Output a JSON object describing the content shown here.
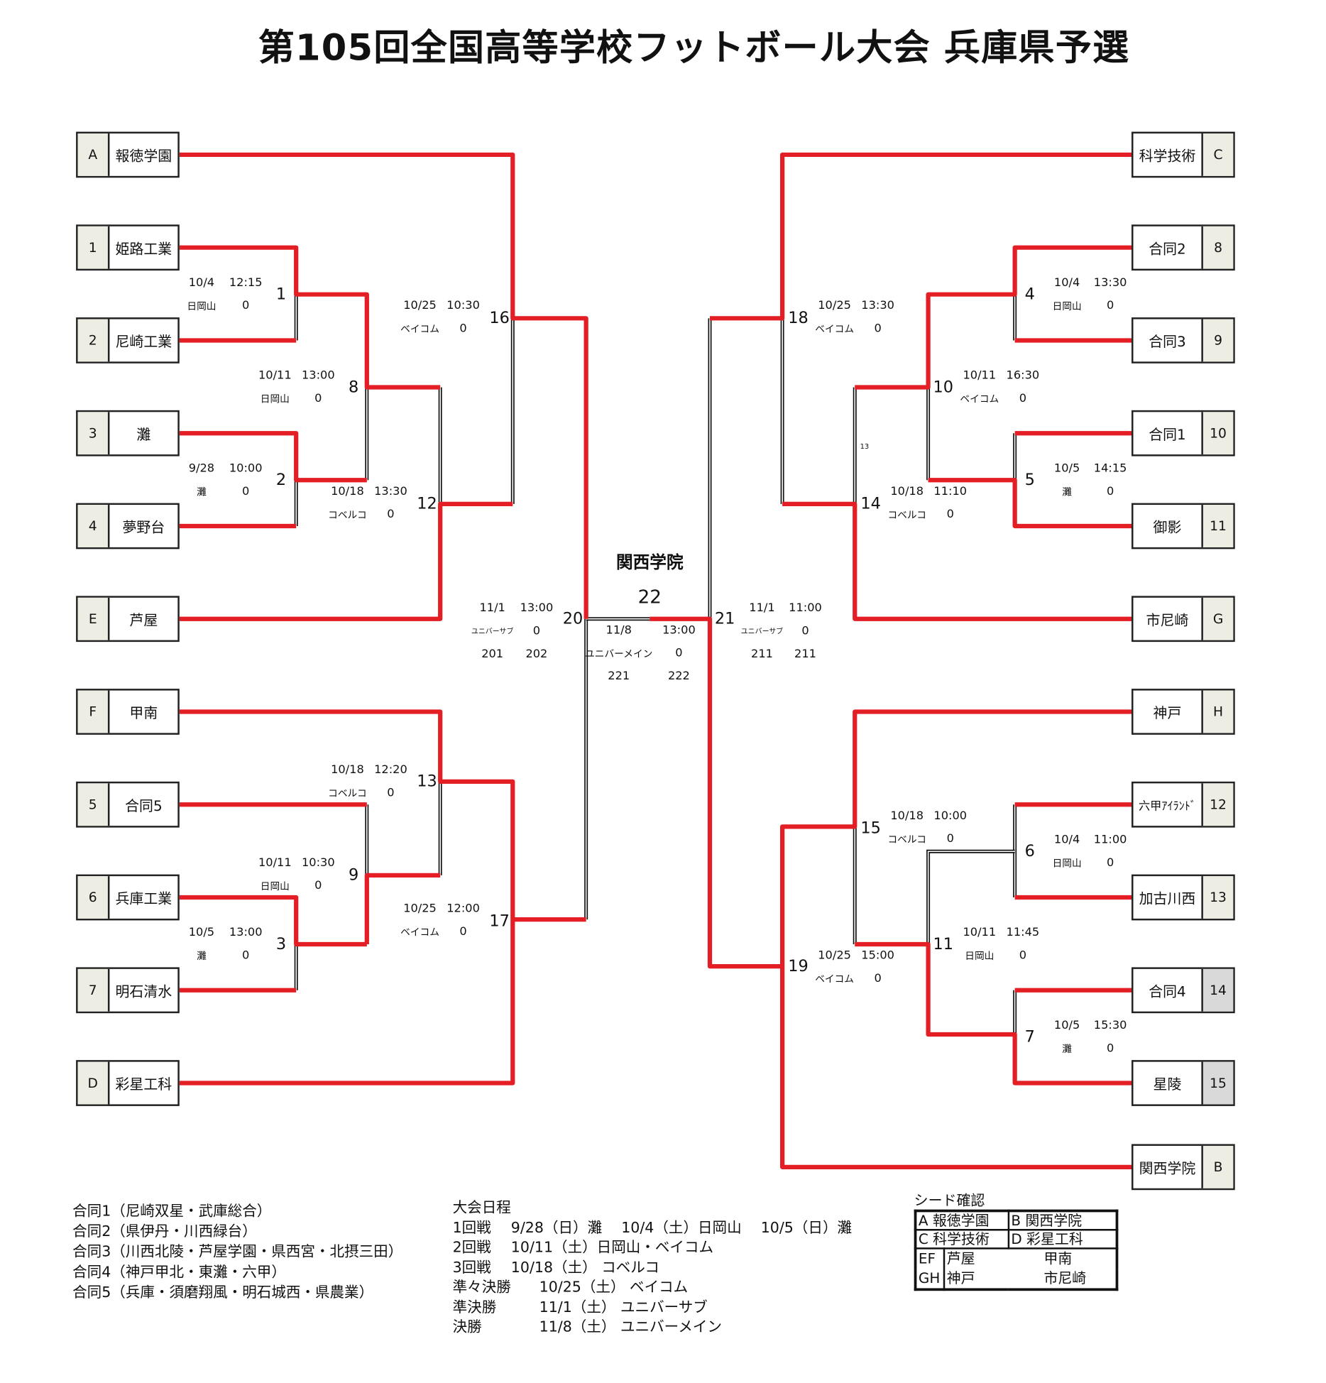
{
  "title": "第105回全国高等学校フットボール大会 兵庫県予選",
  "left_teams": [
    {
      "seed": "A",
      "name": "報徳学園"
    },
    {
      "seed": "1",
      "name": "姫路工業"
    },
    {
      "seed": "2",
      "name": "尼崎工業"
    },
    {
      "seed": "3",
      "name": "灘"
    },
    {
      "seed": "4",
      "name": "夢野台"
    },
    {
      "seed": "E",
      "name": "芦屋"
    },
    {
      "seed": "F",
      "name": "甲南"
    },
    {
      "seed": "5",
      "name": "合同5"
    },
    {
      "seed": "6",
      "name": "兵庫工業"
    },
    {
      "seed": "7",
      "name": "明石清水"
    },
    {
      "seed": "D",
      "name": "彩星工科"
    }
  ],
  "right_teams": [
    {
      "seed": "C",
      "name": "科学技術"
    },
    {
      "seed": "8",
      "name": "合同2"
    },
    {
      "seed": "9",
      "name": "合同3"
    },
    {
      "seed": "10",
      "name": "合同1"
    },
    {
      "seed": "11",
      "name": "御影"
    },
    {
      "seed": "G",
      "name": "市尼崎"
    },
    {
      "seed": "H",
      "name": "神戸"
    },
    {
      "seed": "12",
      "name": "六甲ｱｲﾗﾝﾄﾞ"
    },
    {
      "seed": "13",
      "name": "加古川西"
    },
    {
      "seed": "14",
      "name": "合同4"
    },
    {
      "seed": "15",
      "name": "星陵"
    },
    {
      "seed": "B",
      "name": "関西学院"
    }
  ],
  "matches": {
    "m1": {
      "no": "1",
      "date": "10/4",
      "time": "12:15",
      "venue": "日岡山",
      "score": "0"
    },
    "m2": {
      "no": "2",
      "date": "9/28",
      "time": "10:00",
      "venue": "灘",
      "score": "0"
    },
    "m3": {
      "no": "3",
      "date": "10/5",
      "time": "13:00",
      "venue": "灘",
      "score": "0"
    },
    "m4": {
      "no": "4",
      "date": "10/4",
      "time": "13:30",
      "venue": "日岡山",
      "score": "0"
    },
    "m5": {
      "no": "5",
      "date": "10/5",
      "time": "14:15",
      "venue": "灘",
      "score": "0"
    },
    "m6": {
      "no": "6",
      "date": "10/4",
      "time": "11:00",
      "venue": "日岡山",
      "score": "0"
    },
    "m7": {
      "no": "7",
      "date": "10/5",
      "time": "15:30",
      "venue": "灘",
      "score": "0"
    },
    "m8": {
      "no": "8",
      "date": "10/11",
      "time": "13:00",
      "venue": "日岡山",
      "score": "0"
    },
    "m9": {
      "no": "9",
      "date": "10/11",
      "time": "10:30",
      "venue": "日岡山",
      "score": "0"
    },
    "m10": {
      "no": "10",
      "date": "10/11",
      "time": "16:30",
      "venue": "ベイコム",
      "score": "0"
    },
    "m11": {
      "no": "11",
      "date": "10/11",
      "time": "11:45",
      "venue": "日岡山",
      "score": "0"
    },
    "m12": {
      "no": "12",
      "date": "10/18",
      "time": "13:30",
      "venue": "コベルコ",
      "score": "0"
    },
    "m13": {
      "no": "13",
      "date": "10/18",
      "time": "12:20",
      "venue": "コベルコ",
      "score": "0"
    },
    "m14": {
      "no": "14",
      "date": "10/18",
      "time": "11:10",
      "venue": "コベルコ",
      "score": "0"
    },
    "m15": {
      "no": "15",
      "date": "10/18",
      "time": "10:00",
      "venue": "コベルコ",
      "score": "0"
    },
    "m16": {
      "no": "16",
      "date": "10/25",
      "time": "10:30",
      "venue": "ベイコム",
      "score": "0"
    },
    "m17": {
      "no": "17",
      "date": "10/25",
      "time": "12:00",
      "venue": "ベイコム",
      "score": "0"
    },
    "m18": {
      "no": "18",
      "date": "10/25",
      "time": "13:30",
      "venue": "ベイコム",
      "score": "0"
    },
    "m19": {
      "no": "19",
      "date": "10/25",
      "time": "15:00",
      "venue": "ベイコム",
      "score": "0"
    },
    "m20": {
      "no": "20",
      "date": "11/1",
      "time": "13:00",
      "venue": "ユニバーサブ",
      "score": "0",
      "code_a": "201",
      "code_b": "202"
    },
    "m21": {
      "no": "21",
      "date": "11/1",
      "time": "11:00",
      "venue": "ユニバーサブ",
      "score": "0",
      "code_a": "211",
      "code_b": "211"
    },
    "m22": {
      "no": "22",
      "champion": "関西学院",
      "date": "11/8",
      "time": "13:00",
      "venue": "ユニバーメイン",
      "score": "0",
      "code_a": "221",
      "code_b": "222"
    }
  },
  "stray_note": "13",
  "joint_teams": [
    "合同1（尼崎双星・武庫総合）",
    "合同2（県伊丹・川西緑台）",
    "合同3（川西北陵・芦屋学園・県西宮・北摂三田）",
    "合同4（神戸甲北・東灘・六甲）",
    "合同5（兵庫・須磨翔風・明石城西・県農業）"
  ],
  "schedule": {
    "heading": "大会日程",
    "rows": [
      {
        "round": "1回戦",
        "detail": "9/28（日）灘　 10/4（土）日岡山　 10/5（日）灘"
      },
      {
        "round": "2回戦",
        "detail": "10/11（土）日岡山・ベイコム"
      },
      {
        "round": "3回戦",
        "detail": "10/18（土） コベルコ"
      },
      {
        "round": "準々決勝",
        "detail": "10/25（土）  ベイコム"
      },
      {
        "round": "準決勝",
        "detail": "11/1（土）  ユニバーサブ"
      },
      {
        "round": "決勝",
        "detail": "11/8（土）  ユニバーメイン"
      }
    ]
  },
  "seed_check": {
    "heading": "シード確認",
    "a": "A 報徳学園",
    "b": "B 関西学院",
    "c": "C 科学技術",
    "d": "D 彩星工科",
    "ef": "EF",
    "gh": "GH",
    "e": "芦屋",
    "f": "甲南",
    "g": "神戸",
    "h": "市尼崎"
  },
  "colors": {
    "winner_line": "#e31e24",
    "line": "#111111",
    "seed_cell": "#eeede4",
    "seed_cell_grey": "#d9d9d9"
  }
}
